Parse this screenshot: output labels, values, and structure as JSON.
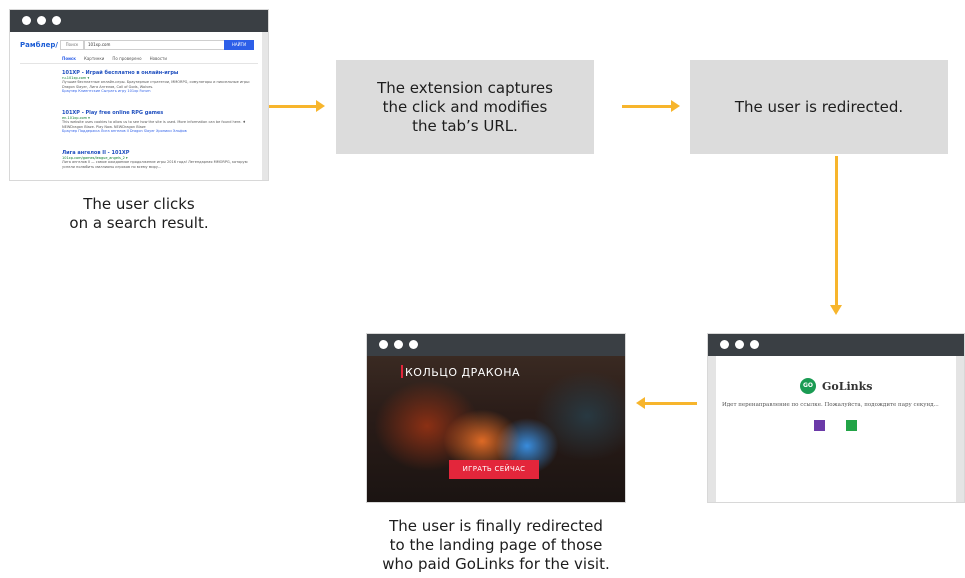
{
  "captions": {
    "step1_line1": "The user clicks",
    "step1_line2": "on a search result.",
    "final_line1": "The user is finally redirected",
    "final_line2": "to the landing page of those",
    "final_line3": "who paid GoLinks for the visit."
  },
  "boxes": {
    "capture_line1": "The extension captures",
    "capture_line2": "the click and modifies",
    "capture_line3": "the tab’s URL.",
    "redirect": "The user is redirected."
  },
  "search_window": {
    "logo": "Рамблер/",
    "tab_label": "Поиск",
    "query": "101xp.com",
    "find_button": "НАЙТИ",
    "nav": [
      "Поиск",
      "Картинки",
      "По проверено",
      "Новости"
    ],
    "results": [
      {
        "title": "101XP - Играй бесплатно в онлайн-игры",
        "url": "ru.101xp.com ▾",
        "desc": "Лучшие бесплатные онлайн-игры. Браузерные стратегии, MMORPG, симуляторы и пиксельные игры: Dragon Slayer, Лига Ангелов, Call of Gods, Wolves.",
        "links": "Браузер   Клиентские   Сыграть игру   101xp Forum"
      },
      {
        "title": "101XP - Play free online RPG games",
        "url": "en.101xp.com ▾",
        "desc": "This website uses cookies to allow us to see how the site is used. More information can be found here. ♦ NEWDragon Blaze. Play Now. NEWDragon Blaze",
        "links": "Браузер   Поддержка   Лига ангелов II   Dragon Slayer   Хроники Эльфов"
      },
      {
        "title": "Лига ангелов II - 101XP",
        "url": "101xp.com/games/league_angels_2 ▾",
        "desc": "Лига ангелов II — самое ожидаемое продолжение игры 2016 года! Легендарная MMORPG, которую успели полюбить миллионы игроков по всему миру...",
        "links": ""
      }
    ]
  },
  "golinks_window": {
    "brand": "GoLinks",
    "logo_mark": "GO",
    "message": "Идет перенаправление по ссылке. Пожалуйста, подождите пару секунд..."
  },
  "landing_window": {
    "title": "КОЛЬЦО ДРАКОНА",
    "play_button": "ИГРАТЬ СЕЙЧАС"
  },
  "colors": {
    "arrow": "#f7b52c",
    "box": "#dcdcdc",
    "window_bar": "#3a3f44",
    "cta": "#e3263b",
    "golinks_green": "#1a9b53"
  }
}
